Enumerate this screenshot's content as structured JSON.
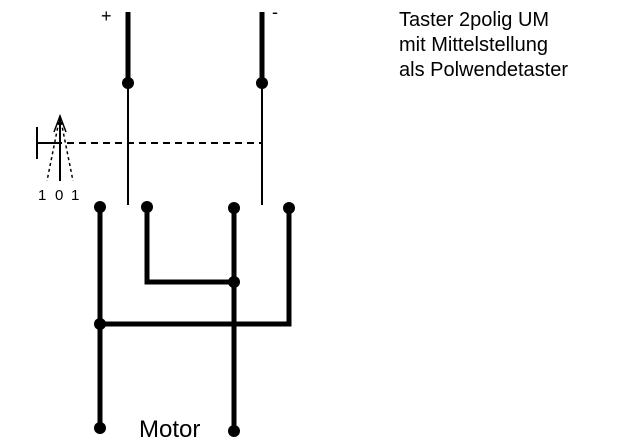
{
  "description": {
    "line1": "Taster 2polig UM",
    "line2": "mit Mittelstellung",
    "line3": "als Polwendetaster"
  },
  "labels": {
    "plus": "+",
    "minus": "-",
    "pos_1a": "1",
    "pos_0": "0",
    "pos_1b": "1",
    "motor": "Motor"
  },
  "colors": {
    "ink": "#000000",
    "background": "#ffffff"
  }
}
